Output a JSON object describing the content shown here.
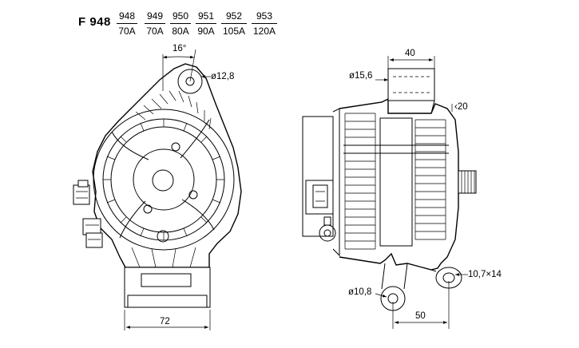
{
  "header": {
    "model": "F 948",
    "variants": [
      {
        "number": "948",
        "current": "70A"
      },
      {
        "number": "949",
        "current": "70A"
      },
      {
        "number": "950",
        "current": "80A"
      },
      {
        "number": "951",
        "current": "90A"
      },
      {
        "number": "952",
        "current": "105A"
      },
      {
        "number": "953",
        "current": "120A"
      }
    ]
  },
  "front_view": {
    "angle_label": "16°",
    "hole_diameter_label": "ø12,8",
    "width_label": "72"
  },
  "side_view": {
    "top_width_label": "40",
    "top_diameter_label": "ø15,6",
    "gap_label": "‹20",
    "slot_label": "10,7×14",
    "bottom_diameter_label": "ø10,8",
    "bottom_width_label": "50"
  }
}
